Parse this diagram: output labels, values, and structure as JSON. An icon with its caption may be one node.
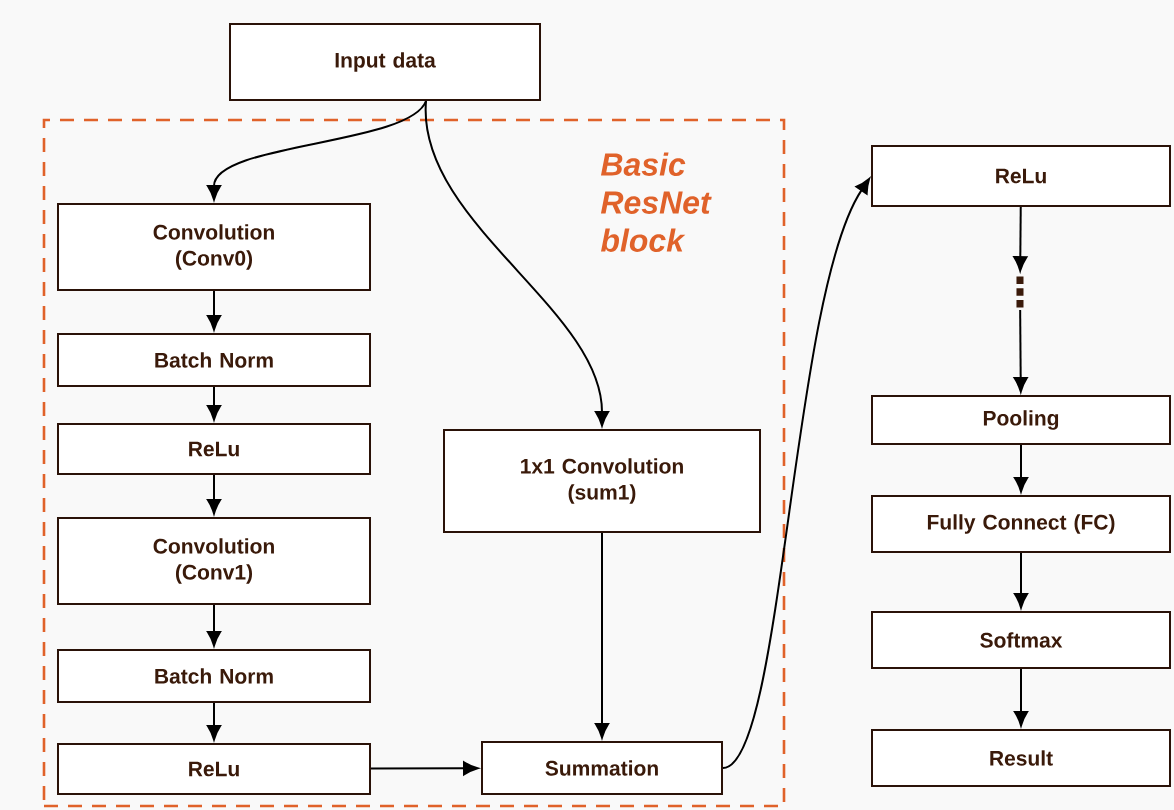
{
  "diagram": {
    "nodes": [
      {
        "text": [
          "Input data"
        ]
      },
      {
        "text": [
          "Basic ResNet block"
        ]
      },
      {
        "text": [
          "Convolution (Conv0)"
        ],
        "in": 1
      },
      {
        "text": [
          "Batch Norm"
        ],
        "in": 1
      },
      {
        "text": [
          "ReLu"
        ],
        "in": 1
      },
      {
        "text": [
          "Convolution (Conv1)"
        ],
        "in": 1
      },
      {
        "text": [
          "Batch Norm"
        ],
        "in": 1
      },
      {
        "text": [
          "ReLu"
        ],
        "in": 1
      },
      {
        "text": [
          "1x1 Convolution (sum1)"
        ],
        "in": 1
      },
      {
        "text": [
          "Summation"
        ],
        "in": 1
      },
      {
        "text": [
          "ReLu"
        ]
      },
      {
        "text": [
          "⋮"
        ]
      },
      {
        "text": [
          "Pooling"
        ]
      },
      {
        "text": [
          "Fully Connect (FC)"
        ]
      },
      {
        "text": [
          "Softmax"
        ]
      },
      {
        "text": [
          "Result"
        ]
      }
    ],
    "edges": [
      {
        "from": 0,
        "to": 2,
        "arrow": "to"
      },
      {
        "from": 0,
        "to": 8,
        "arrow": "to"
      },
      {
        "from": 2,
        "to": 3,
        "arrow": "to"
      },
      {
        "from": 3,
        "to": 4,
        "arrow": "to"
      },
      {
        "from": 4,
        "to": 5,
        "arrow": "to"
      },
      {
        "from": 5,
        "to": 6,
        "arrow": "to"
      },
      {
        "from": 6,
        "to": 7,
        "arrow": "to"
      },
      {
        "from": 7,
        "to": 9,
        "arrow": "to"
      },
      {
        "from": 8,
        "to": 9,
        "arrow": "to"
      },
      {
        "from": 9,
        "to": 10,
        "arrow": "to"
      },
      {
        "from": 10,
        "to": 11,
        "arrow": "to"
      },
      {
        "from": 11,
        "to": 12,
        "arrow": "to"
      },
      {
        "from": 12,
        "to": 13,
        "arrow": "to"
      },
      {
        "from": 13,
        "to": 14,
        "arrow": "to"
      },
      {
        "from": 14,
        "to": 15,
        "arrow": "to"
      }
    ]
  }
}
